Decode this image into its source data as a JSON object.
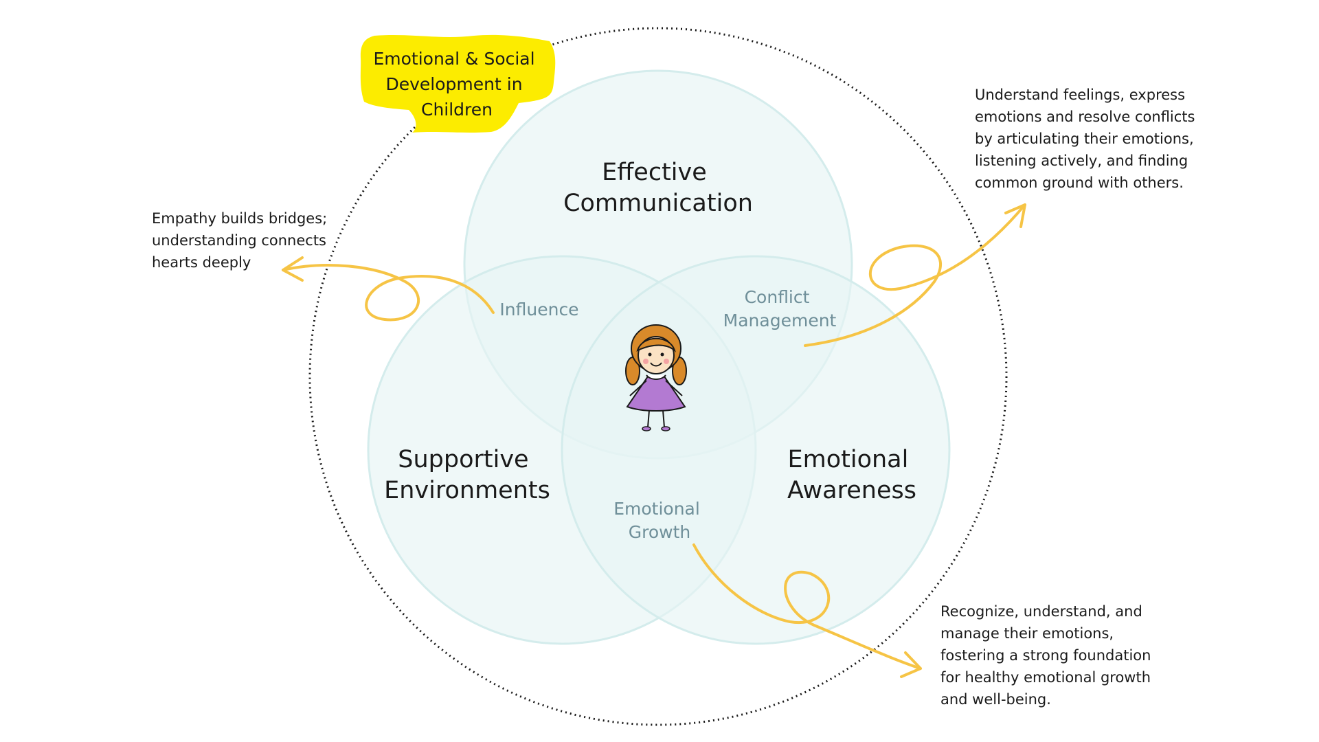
{
  "badge": {
    "title_lines": [
      "Emotional & Social",
      "Development in",
      "Children"
    ],
    "color": "#fcec00"
  },
  "circles": {
    "communication": [
      "Effective",
      "Communication"
    ],
    "environments": [
      "Supportive",
      "Environments"
    ],
    "awareness": [
      "Emotional",
      "Awareness"
    ],
    "fill_color": "#e6f4f4",
    "stroke_color": "#d4ecec"
  },
  "overlaps": {
    "influence": [
      "Influence"
    ],
    "conflict": [
      "Conflict",
      "Management"
    ],
    "growth": [
      "Emotional",
      "Growth"
    ]
  },
  "notes": {
    "empathy": [
      "Empathy builds bridges;",
      "understanding connects",
      "hearts deeply"
    ],
    "communication": [
      "Understand feelings, express",
      "emotions and resolve conflicts",
      "by articulating their emotions,",
      "listening actively, and finding",
      "common ground with others."
    ],
    "awareness": [
      "Recognize, understand, and",
      "manage their emotions,",
      "fostering a strong foundation",
      "for healthy emotional growth",
      "and well-being."
    ]
  },
  "arrow_color": "#f6c445",
  "icons": {
    "center": "girl-icon"
  }
}
